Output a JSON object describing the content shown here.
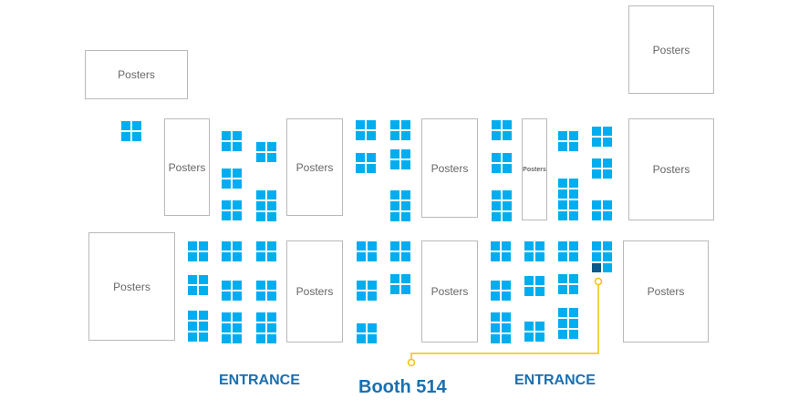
{
  "map": {
    "poster_label": "Posters",
    "entrance_left": "ENTRANCE",
    "entrance_right": "ENTRANCE",
    "booth_label": "Booth 514",
    "colors": {
      "booth": "#00aeef",
      "highlight_booth": "#0a5a8a",
      "route": "#f2c200",
      "label": "#1a6fb0",
      "poster_border": "#b9b9b9"
    }
  }
}
